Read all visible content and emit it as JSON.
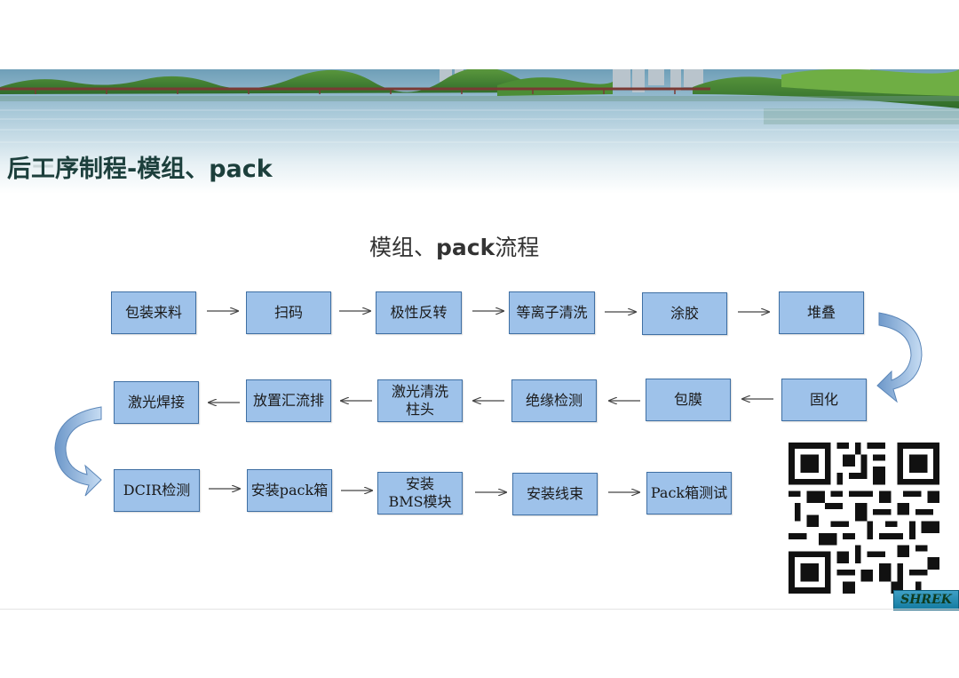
{
  "slide_title": "后工序制程-模组、pack",
  "diagram_title": {
    "main": "模组、",
    "bold": "pack",
    "tail": "流程"
  },
  "row1": [
    "包装来料",
    "扫码",
    "极性反转",
    "等离子清洗",
    "涂胶",
    "堆叠"
  ],
  "row2": [
    "激光焊接",
    "放置汇流排",
    "激光清洗\n柱头",
    "绝缘检测",
    "包膜",
    "固化"
  ],
  "row3": [
    "DCIR检测",
    "安装pack箱",
    "安装\nBMS模块",
    "安装线束",
    "Pack箱测试"
  ],
  "logo": "SHREK",
  "colors": {
    "box_fill": "#9ec2ea",
    "box_border": "#3f6fa3",
    "title": "#1c3f3c",
    "arrow": "#444444"
  }
}
